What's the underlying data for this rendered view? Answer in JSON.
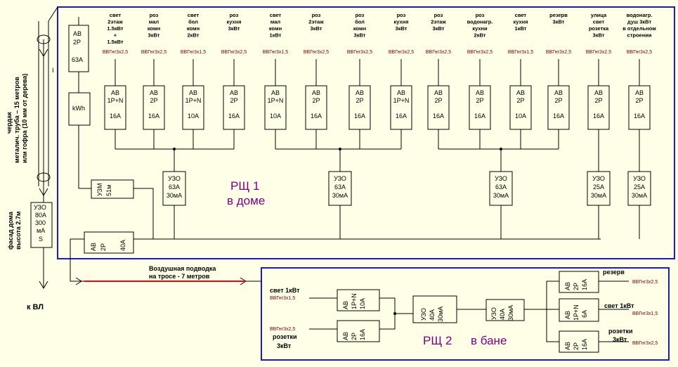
{
  "panel1": {
    "title": "РЩ  1",
    "subtitle": "в доме"
  },
  "panel2": {
    "title": "РЩ  2",
    "subtitle": "в бане"
  },
  "left": {
    "attic": "чердак",
    "pipe1": "металич. труба – 15 метров",
    "pipe2": "или гофра (10 мм от дерева)",
    "facade1": "фасад дома",
    "facade2": "высота 2.7м",
    "to_vl": "к ВЛ",
    "mark_i": "I"
  },
  "main_breaker": [
    "АВ",
    "2Р",
    "63А"
  ],
  "meter": "kWh",
  "uzm": [
    "УЗМ",
    "51м"
  ],
  "input_uzo": [
    "УЗО",
    "80А",
    "300",
    "мА",
    "S"
  ],
  "ab40": [
    "АВ",
    "2Р",
    "40А"
  ],
  "air_line": {
    "line1": "Воздушная подводка",
    "line2": "на тросе  - 7 метров"
  },
  "circuits": [
    {
      "title": [
        "свет",
        "2этаж",
        "1.5кВт",
        "+",
        "1.5кВт"
      ],
      "cable": "ВВГнг3х2,5",
      "breaker": [
        "АВ",
        "1Р+N",
        "16А"
      ]
    },
    {
      "title": [
        "роз",
        "мал",
        "комн",
        "3кВт"
      ],
      "cable": "ВВГнг3х2,5",
      "breaker": [
        "АВ",
        "2Р",
        "16А"
      ]
    },
    {
      "title": [
        "свет",
        "бол",
        "комн",
        "2кВт"
      ],
      "cable": "ВВГнг3х1,5",
      "breaker": [
        "АВ",
        "1Р+N",
        "10А"
      ]
    },
    {
      "title": [
        "роз",
        "кухня",
        "3кВт"
      ],
      "cable": "ВВГнг3х2,5",
      "breaker": [
        "АВ",
        "2Р",
        "16А"
      ]
    },
    {
      "title": [
        "свет",
        "мал",
        "комн",
        "1кВт"
      ],
      "cable": "ВВГнг3х1,5",
      "breaker": [
        "АВ",
        "1Р+N",
        "10А"
      ]
    },
    {
      "title": [
        "роз",
        "2этаж",
        "3кВт"
      ],
      "cable": "ВВГнг3х2,5",
      "breaker": [
        "АВ",
        "2Р",
        "16А"
      ]
    },
    {
      "title": [
        "роз",
        "бол",
        "комн",
        "3кВт"
      ],
      "cable": "ВВГнг3х2,5",
      "breaker": [
        "АВ",
        "2Р",
        "16А"
      ]
    },
    {
      "title": [
        "роз",
        "кухня",
        "3кВт"
      ],
      "cable": "ВВГнг3х2,5",
      "breaker": [
        "АВ",
        "1Р+N",
        "16А"
      ]
    },
    {
      "title": [
        "роз",
        "2этаж",
        "3кВт"
      ],
      "cable": "ВВГнг3х2,5",
      "breaker": [
        "АВ",
        "2Р",
        "16А"
      ]
    },
    {
      "title": [
        "роз",
        "водонагр.",
        "кухни",
        "2кВт"
      ],
      "cable": "ВВГнг3х2,5",
      "breaker": [
        "АВ",
        "2Р",
        "16А"
      ]
    },
    {
      "title": [
        "свет",
        "кухня",
        "1кВт"
      ],
      "cable": "ВВГнг3х1,5",
      "breaker": [
        "АВ",
        "2Р",
        "10А"
      ]
    },
    {
      "title": [
        "резерв",
        "3кВт"
      ],
      "cable": "ВВГнг3х2,5",
      "breaker": [
        "АВ",
        "2Р",
        "16А"
      ]
    },
    {
      "title": [
        "улица",
        "свет",
        "розетка",
        "3кВт"
      ],
      "cable": "ВВГнг3х2,5",
      "breaker": [
        "АВ",
        "2Р",
        "16А"
      ]
    },
    {
      "title": [
        "водонагр.",
        "душ 3кВт",
        "в отдельном",
        "строении"
      ],
      "cable": "ВВГнг3х2,5",
      "breaker": [
        "АВ",
        "2Р",
        "16А"
      ]
    }
  ],
  "uzo_main": [
    [
      "УЗО",
      "63А",
      "30мА"
    ],
    [
      "УЗО",
      "63А",
      "30мА"
    ],
    [
      "УЗО",
      "63А",
      "30мА"
    ],
    [
      "УЗО",
      "25А",
      "30мА"
    ],
    [
      "УЗО",
      "25А",
      "30мА"
    ]
  ],
  "bath": {
    "light_in": {
      "title": "свет 1кВт",
      "cable": "ВВГнг3х1,5",
      "breaker": [
        "АВ",
        "1Р+N",
        "10А"
      ]
    },
    "sock_in": {
      "title1": "розетки",
      "title2": "3кВт",
      "cable": "ВВГнг3х2,5",
      "breaker": [
        "АВ",
        "2Р",
        "16А"
      ]
    },
    "uzo_a": [
      "УЗО",
      "40А",
      "30мА"
    ],
    "uzo_b": [
      "УЗО",
      "40А",
      "30мА"
    ],
    "reserve": {
      "title": "резерв",
      "cable": "ВВГнг3х2,5",
      "breaker": [
        "АВ",
        "2Р",
        "16А"
      ]
    },
    "light_out": {
      "title": "свет 1кВт",
      "cable": "ВВГнг3х1,5",
      "breaker": [
        "АВ",
        "1Р+N",
        "6А"
      ]
    },
    "sock_out": {
      "title1": "розетки",
      "title2": "3кВт",
      "cable": "ВВГнг3х2,5",
      "breaker": [
        "АВ",
        "2Р",
        "16А"
      ]
    }
  }
}
